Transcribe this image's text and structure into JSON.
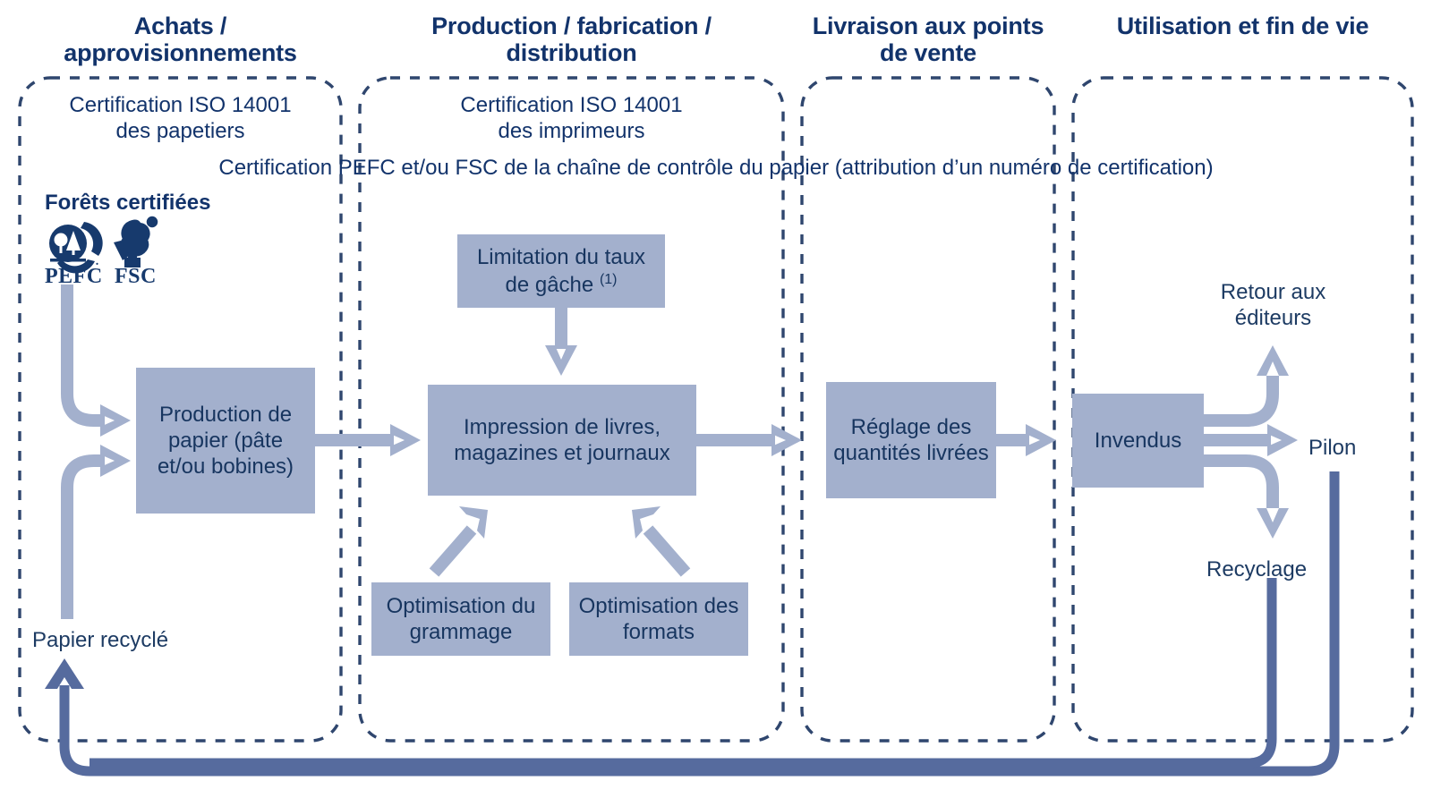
{
  "diagram": {
    "title": "Cycle de vie du papier et certifications",
    "colors": {
      "box_fill": "#a3b0cd",
      "box_text": "#17355f",
      "heading": "#12336b",
      "arrow_light": "#a3b0cd",
      "arrow_dark": "#566b9e",
      "dashed_border": "#2f466e",
      "background": "#ffffff"
    }
  },
  "phases": [
    {
      "id": "achats",
      "title_line1": "Achats /",
      "title_line2": "approvisionnements"
    },
    {
      "id": "production",
      "title_line1": "Production / fabrication /",
      "title_line2": "distribution"
    },
    {
      "id": "livraison",
      "title_line1": "Livraison aux points",
      "title_line2": "de vente"
    },
    {
      "id": "utilisation",
      "title_line1": "Utilisation et fin de vie",
      "title_line2": ""
    }
  ],
  "certifications": {
    "papetiers": {
      "line1": "Certification ISO 14001",
      "line2": "des papetiers"
    },
    "imprimeurs": {
      "line1": "Certification ISO 14001",
      "line2": "des imprimeurs"
    },
    "chaine": "Certification PEFC et/ou FSC de la chaîne de contrôle du papier (attribution d’un numéro de certification)"
  },
  "forest": {
    "label": "Forêts certifiées",
    "logos": [
      {
        "name": "pefc-logo",
        "caption": "PEFC"
      },
      {
        "name": "fsc-logo",
        "caption": "FSC"
      }
    ]
  },
  "nodes": {
    "production_papier": "Production de papier (pâte et/ou bobines)",
    "limitation_gache": "Limitation du taux de gâche",
    "limitation_gache_footnote": "(1)",
    "impression": "Impression de livres, magazines et journaux",
    "optimisation_grammage": "Optimisation du grammage",
    "optimisation_formats": "Optimisation des formats",
    "reglage_quantites": "Réglage des quantités livrées",
    "invendus": "Invendus"
  },
  "labels": {
    "papier_recycle": "Papier recyclé",
    "retour_editeurs": "Retour aux éditeurs",
    "pilon": "Pilon",
    "recyclage": "Recyclage"
  }
}
